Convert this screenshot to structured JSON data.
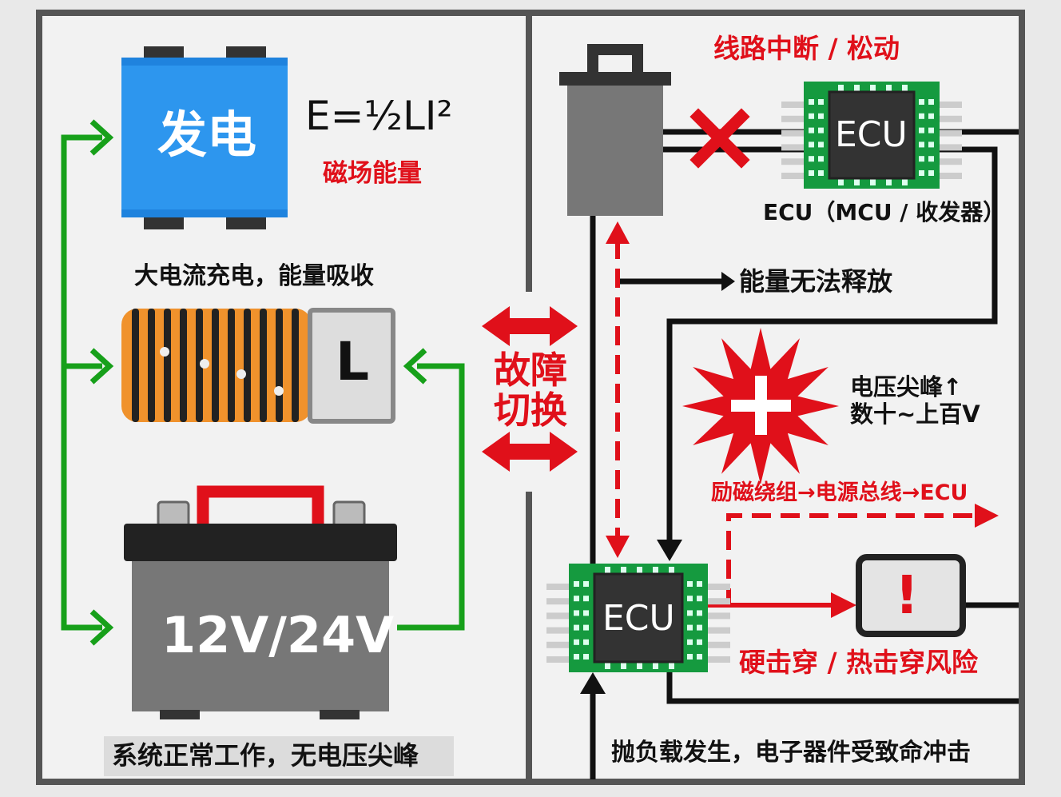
{
  "left_panel": {
    "generator_label": "发电",
    "formula": "E=½LI²",
    "formula_caption": "磁场能量",
    "coil_caption": "大电流充电，能量吸收",
    "inductor_label": "L",
    "battery_label": "12V/24V",
    "footer": "系统正常工作，无电压尖峰"
  },
  "middle": {
    "line1": "故障",
    "line2": "切换"
  },
  "right_panel": {
    "break_title": "线路中断 / 松动",
    "ecu_top_label": "ECU",
    "ecu_caption": "ECU（MCU / 收发器）",
    "energy_text": "能量无法释放",
    "spike_line1": "电压尖峰↑",
    "spike_line2": "数十~上百V",
    "path_text": "励磁绕组→电源总线→ECU",
    "ecu_bottom_label": "ECU",
    "warning_symbol": "!",
    "risk_text": "硬击穿 / 热击穿风险",
    "footer": "抛负载发生，电子器件受致命冲击"
  },
  "colors": {
    "red": "#e0101a",
    "green": "#17a01a",
    "blue": "#2d96ee",
    "chip_green": "#159a3f",
    "orange": "#f0922c"
  }
}
